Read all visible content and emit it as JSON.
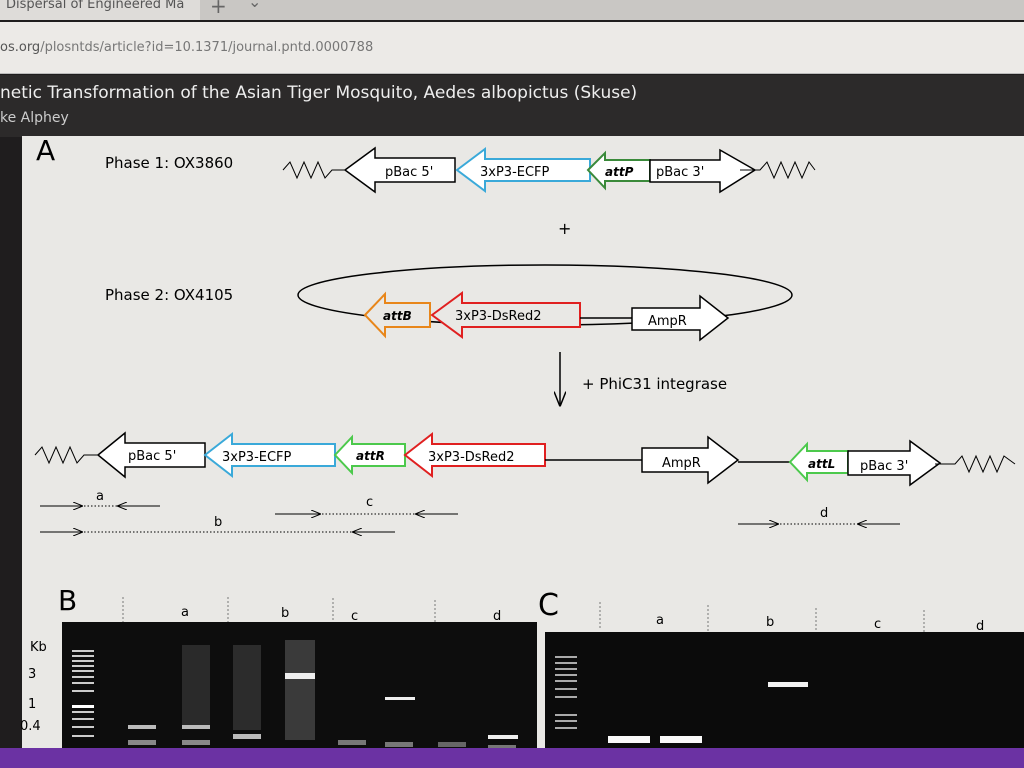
{
  "browser": {
    "tab_title": "Dispersal of Engineered Ma",
    "new_tab": "+",
    "tab_menu": "⌄",
    "url_domain": "os.org",
    "url_path": "/plosntds/article?id=10.1371/journal.pntd.0000788"
  },
  "article": {
    "title": "netic Transformation of the Asian Tiger Mosquito, Aedes albopictus (Skuse)",
    "author": "ke Alphey"
  },
  "figure": {
    "panel_a": "A",
    "panel_b": "B",
    "panel_c": "C",
    "phase1": "Phase 1: OX3860",
    "phase2": "Phase 2: OX4105",
    "plus": "+",
    "integrase": "+ PhiC31 integrase",
    "elements": {
      "pbac5": "pBac 5'",
      "ecfp": "3xP3-ECFP",
      "attp": "attP",
      "pbac3": "pBac 3'",
      "attb": "attB",
      "dsred": "3xP3-DsRed2",
      "ampr": "AmpR",
      "attr": "attR",
      "attl": "attL"
    },
    "primers": {
      "a": "a",
      "b": "b",
      "c": "c",
      "d": "d"
    },
    "gel_lanes": [
      "a",
      "b",
      "c",
      "d"
    ],
    "kb_label": "Kb",
    "kb_ticks": [
      "3",
      "1",
      "0.4"
    ]
  },
  "colors": {
    "ecfp": "#3aa9d9",
    "attp": "#3a8a3a",
    "attb": "#e8861a",
    "dsred": "#e02020",
    "att_green": "#4cc94c",
    "purple": "#6b32a3"
  }
}
